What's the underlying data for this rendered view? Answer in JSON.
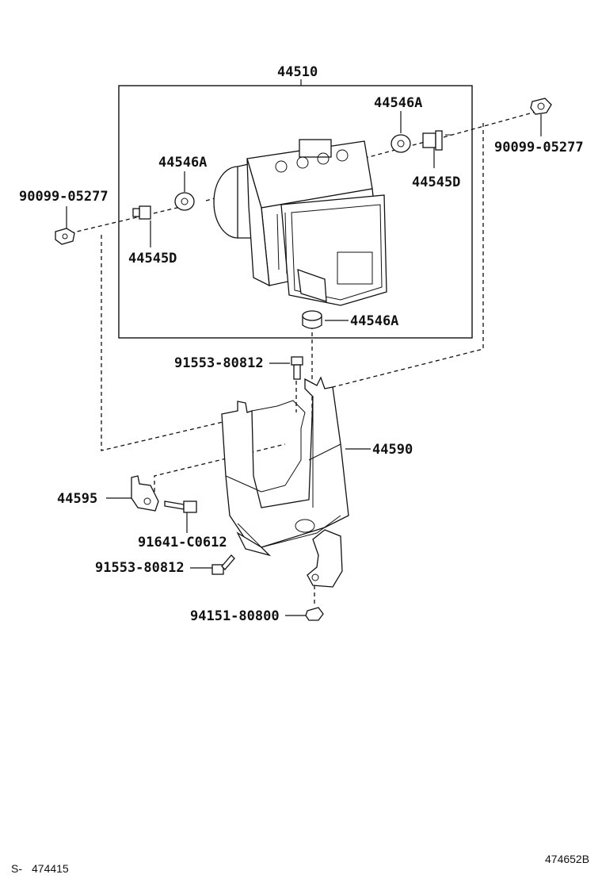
{
  "parts": {
    "actuator_assy": "44510",
    "bushing_top_right": "44546A",
    "bushing_left": "44546A",
    "bushing_bottom": "44546A",
    "collar_right": "44545D",
    "collar_left": "44545D",
    "nut_right": "90099-05277",
    "nut_left": "90099-05277",
    "bolt_top": "91553-80812",
    "bracket": "44590",
    "sub_bracket": "44595",
    "bolt_sub": "91641-C0612",
    "bolt_bottom": "91553-80812",
    "nut_bottom": "94151-80800"
  },
  "footer": {
    "left_prefix": "S-",
    "left_number": "474415",
    "right_code": "474652B"
  }
}
